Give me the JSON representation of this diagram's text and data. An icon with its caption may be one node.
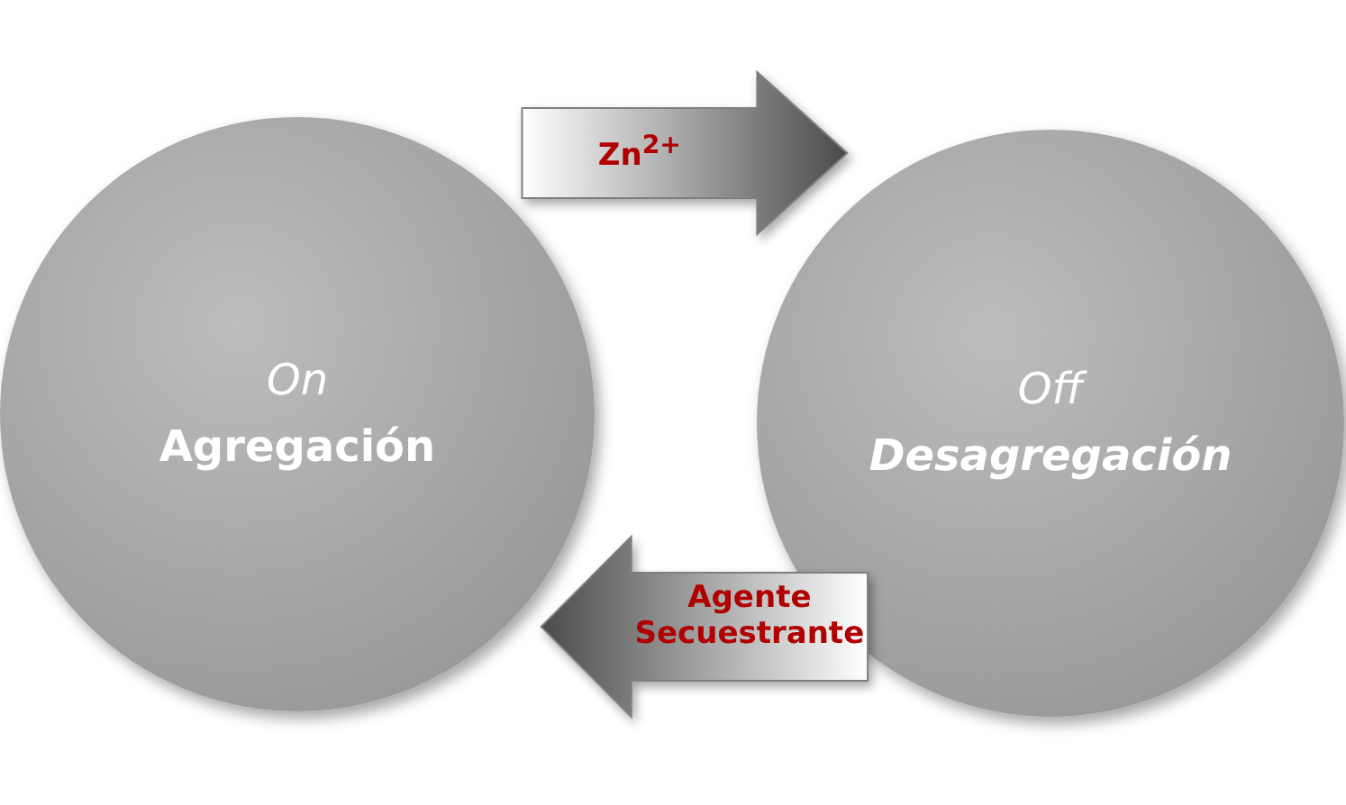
{
  "diagram": {
    "nodes": [
      {
        "text": [
          "On",
          "Agregación"
        ]
      },
      {
        "text": [
          "Off",
          "Desagregación"
        ]
      }
    ],
    "edges": [
      {
        "from": 0,
        "to": 1,
        "arrow": "to",
        "label": "Zn$^{2+}$"
      },
      {
        "from": 1,
        "to": 0,
        "arrow": "to",
        "label": "Agente Secuestrante"
      }
    ]
  }
}
